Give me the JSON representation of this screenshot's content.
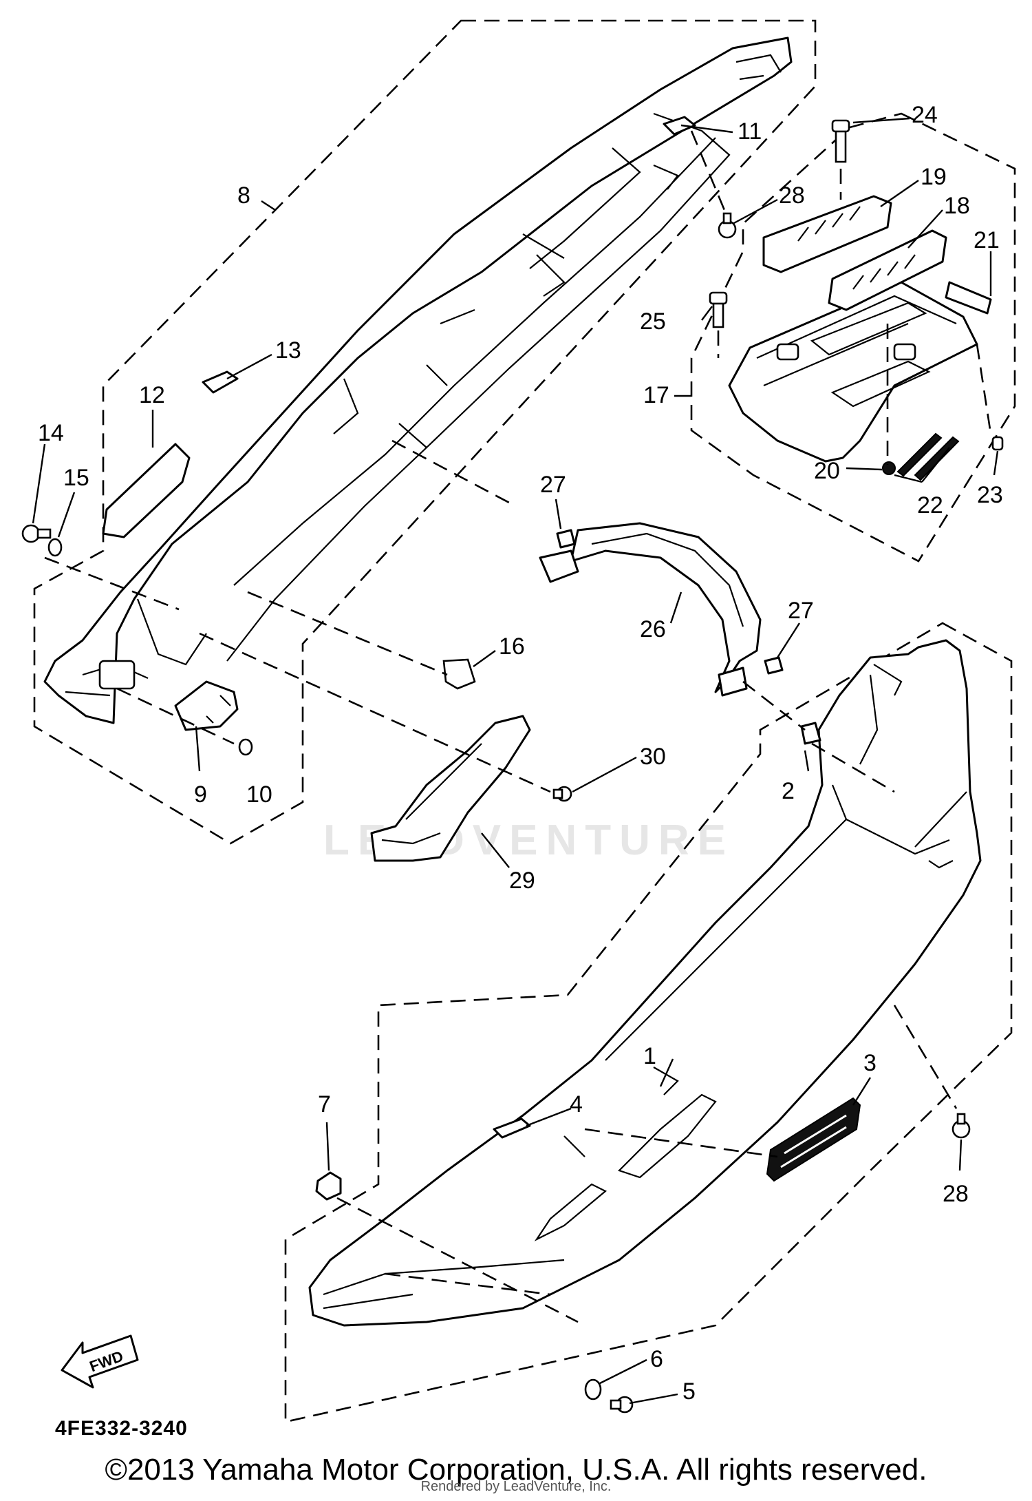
{
  "diagram": {
    "code": "4FE332-3240",
    "copyright": "©2013 Yamaha Motor Corporation, U.S.A. All rights reserved.",
    "render_note": "Rendered by LeadVenture, Inc.",
    "watermark": "LEADVENTURE",
    "fwd_label": "FWD",
    "callouts": [
      "1",
      "2",
      "3",
      "4",
      "5",
      "6",
      "7",
      "8",
      "9",
      "10",
      "11",
      "12",
      "13",
      "14",
      "15",
      "16",
      "17",
      "18",
      "19",
      "20",
      "21",
      "22",
      "23",
      "24",
      "25",
      "26",
      "27",
      "27",
      "28",
      "28",
      "29",
      "30"
    ]
  }
}
